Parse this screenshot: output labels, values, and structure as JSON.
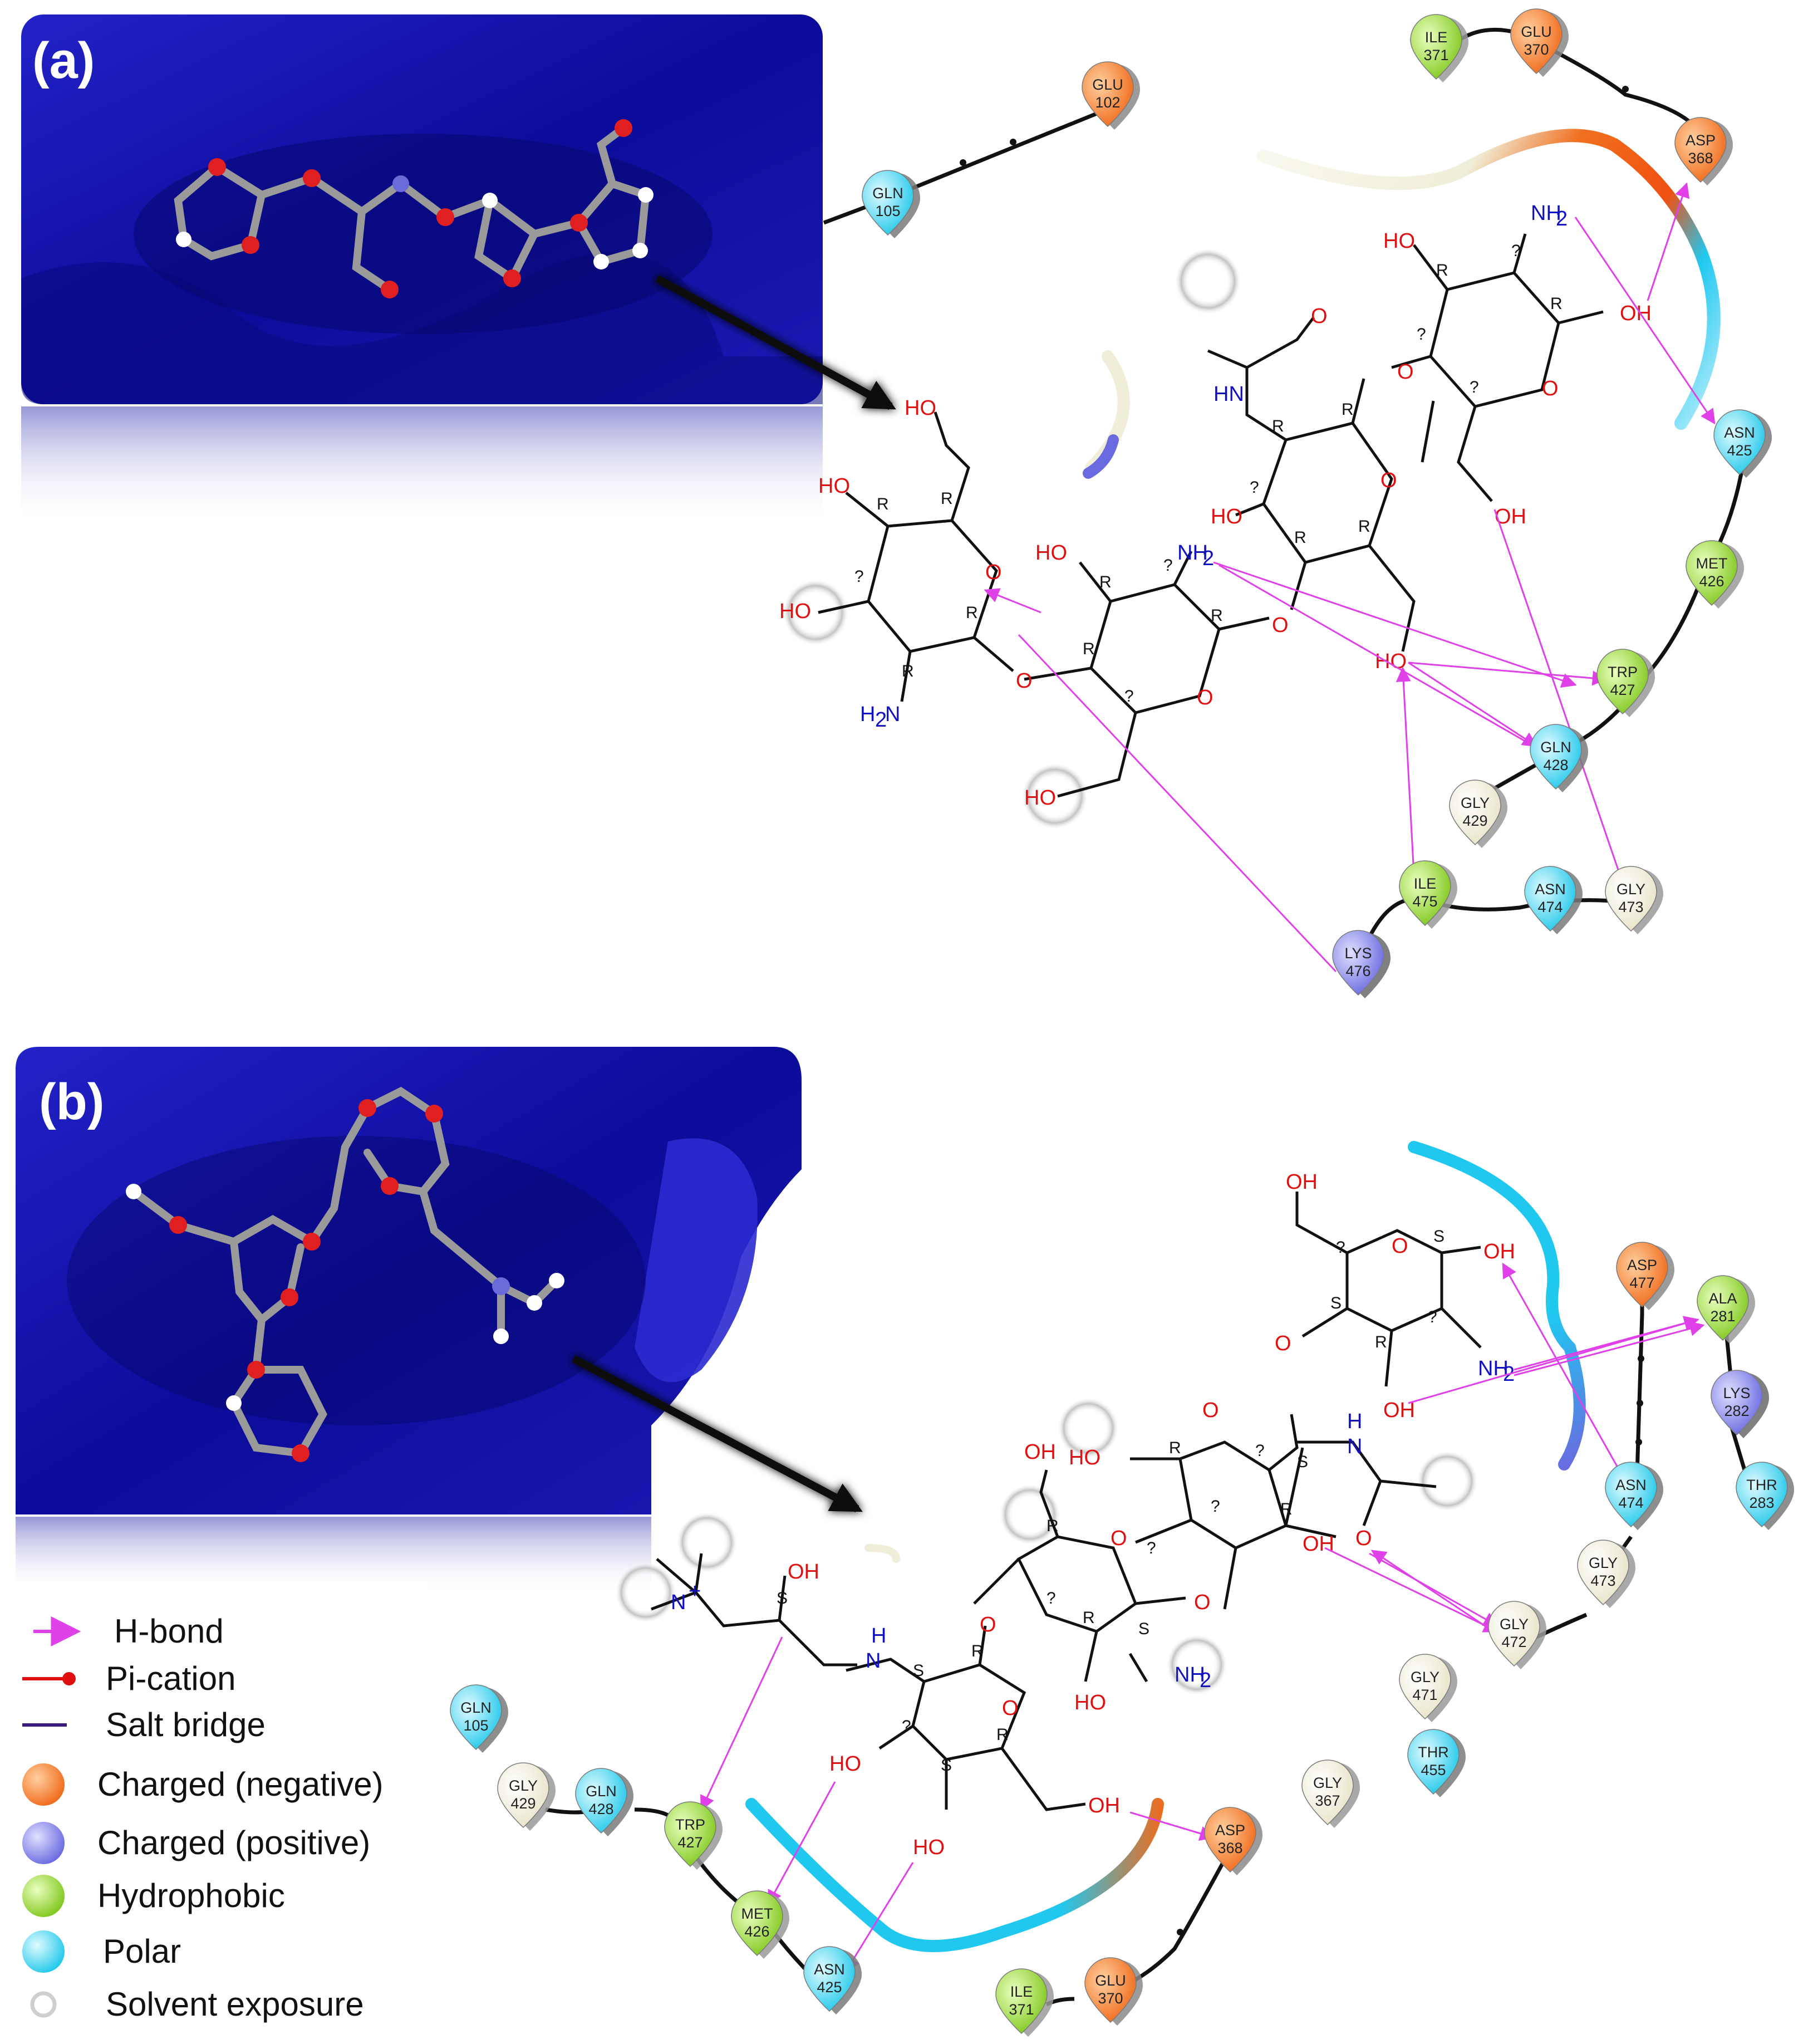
{
  "panels": {
    "a_label": "(a)",
    "b_label": "(b)"
  },
  "legend": {
    "items": [
      {
        "label": "H-bond",
        "icon": "magenta-arrow-icon",
        "color": "#e040e8"
      },
      {
        "label": "Pi-cation",
        "icon": "red-dot-line-icon",
        "color": "#e01010"
      },
      {
        "label": "Salt bridge",
        "icon": "blue-purple-line-icon",
        "color": "#3a1a80"
      },
      {
        "label": "Charged (negative)",
        "icon": "orange-sphere-icon",
        "color": "#f06a1a"
      },
      {
        "label": "Charged (positive)",
        "icon": "blue-sphere-icon",
        "color": "#6a6ae8"
      },
      {
        "label": "Hydrophobic",
        "icon": "green-sphere-icon",
        "color": "#8ad12a"
      },
      {
        "label": "Polar",
        "icon": "cyan-sphere-icon",
        "color": "#2ad4f0"
      },
      {
        "label": "Solvent exposure",
        "icon": "grey-ring-icon",
        "color": "#cccccc"
      }
    ]
  },
  "residues_a": [
    {
      "name": "GLU",
      "num": "102",
      "type": "neg"
    },
    {
      "name": "GLN",
      "num": "105",
      "type": "polar"
    },
    {
      "name": "ILE",
      "num": "371",
      "type": "hyd"
    },
    {
      "name": "GLU",
      "num": "370",
      "type": "neg"
    },
    {
      "name": "ASP",
      "num": "368",
      "type": "neg"
    },
    {
      "name": "ASN",
      "num": "425",
      "type": "polar"
    },
    {
      "name": "MET",
      "num": "426",
      "type": "hyd"
    },
    {
      "name": "TRP",
      "num": "427",
      "type": "hyd"
    },
    {
      "name": "GLN",
      "num": "428",
      "type": "polar"
    },
    {
      "name": "GLY",
      "num": "429",
      "type": "gly"
    },
    {
      "name": "ILE",
      "num": "475",
      "type": "hyd"
    },
    {
      "name": "ASN",
      "num": "474",
      "type": "polar"
    },
    {
      "name": "GLY",
      "num": "473",
      "type": "gly"
    },
    {
      "name": "LYS",
      "num": "476",
      "type": "pos"
    }
  ],
  "residues_b": [
    {
      "name": "ASP",
      "num": "477",
      "type": "neg"
    },
    {
      "name": "ALA",
      "num": "281",
      "type": "hyd"
    },
    {
      "name": "LYS",
      "num": "282",
      "type": "pos"
    },
    {
      "name": "THR",
      "num": "283",
      "type": "polar"
    },
    {
      "name": "ASN",
      "num": "474",
      "type": "polar"
    },
    {
      "name": "GLY",
      "num": "473",
      "type": "gly"
    },
    {
      "name": "GLY",
      "num": "472",
      "type": "gly"
    },
    {
      "name": "GLY",
      "num": "471",
      "type": "gly"
    },
    {
      "name": "THR",
      "num": "455",
      "type": "polar"
    },
    {
      "name": "GLN",
      "num": "105",
      "type": "polar"
    },
    {
      "name": "GLY",
      "num": "429",
      "type": "gly"
    },
    {
      "name": "GLN",
      "num": "428",
      "type": "polar"
    },
    {
      "name": "TRP",
      "num": "427",
      "type": "hyd"
    },
    {
      "name": "MET",
      "num": "426",
      "type": "hyd"
    },
    {
      "name": "ASN",
      "num": "425",
      "type": "polar"
    },
    {
      "name": "ASP",
      "num": "368",
      "type": "neg"
    },
    {
      "name": "GLY",
      "num": "367",
      "type": "gly"
    },
    {
      "name": "GLU",
      "num": "370",
      "type": "neg"
    },
    {
      "name": "ILE",
      "num": "371",
      "type": "hyd"
    }
  ],
  "atoms": {
    "OH": "OH",
    "HO": "HO",
    "NH2": "NH",
    "sub2": "2",
    "HN": "HN",
    "H2N": "H",
    "N": "N",
    "H": "H",
    "O": "O",
    "Nplus": "N",
    "plus": "+",
    "R": "R",
    "S": "S",
    "Q": "?"
  },
  "colors": {
    "neg": "#f06a1a",
    "pos": "#7a7ae0",
    "hyd": "#8ad12a",
    "polar": "#3ad8f2",
    "gly": "#f2f0e0",
    "hbond": "#e040e8",
    "surface": "#1a1ab8"
  }
}
